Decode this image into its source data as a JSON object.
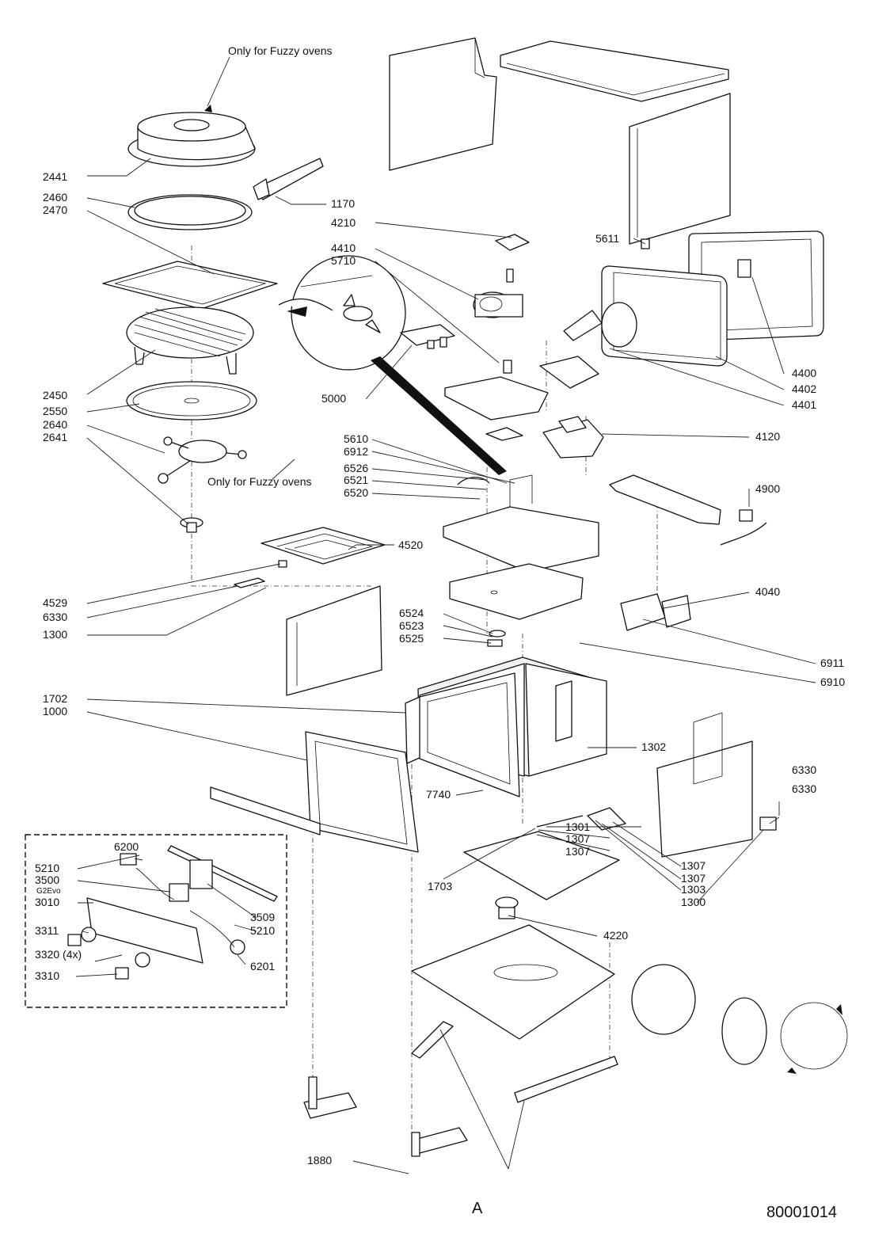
{
  "diagram": {
    "note_top": "Only for Fuzzy ovens",
    "note_mid": "Only for Fuzzy ovens",
    "drawing_number": "80001014",
    "view_marker": "A",
    "labels": {
      "p2441": "2441",
      "p1170": "1170",
      "p2460": "2460",
      "p2470": "2470",
      "p4210": "4210",
      "p4410": "4410",
      "p5710": "5710",
      "p5611": "5611",
      "p2450": "2450",
      "p2550": "2550",
      "p5000": "5000",
      "p4400": "4400",
      "p4402": "4402",
      "p4401": "4401",
      "p2640": "2640",
      "p2641": "2641",
      "p4120": "4120",
      "p5610": "5610",
      "p6912": "6912",
      "p6526": "6526",
      "p6521": "6521",
      "p6520": "6520",
      "p4900": "4900",
      "p4520": "4520",
      "p4529": "4529",
      "p6330a": "6330",
      "p1300a": "1300",
      "p4040": "4040",
      "p6524": "6524",
      "p6523": "6523",
      "p6525": "6525",
      "p6911": "6911",
      "p6910": "6910",
      "p1702": "1702",
      "p1000": "1000",
      "p1302": "1302",
      "p6330b": "6330",
      "p6330c": "6330",
      "p7740": "7740",
      "p1301": "1301",
      "p1307a": "1307",
      "p1307b": "1307",
      "p1307c": "1307",
      "p1307d": "1307",
      "p1703": "1703",
      "p1303": "1303",
      "p1300b": "1300",
      "p6200": "6200",
      "p5210a": "5210",
      "p3500": "3500",
      "p3500sub": "G2Evo",
      "p3010": "3010",
      "p3509": "3509",
      "p5210b": "5210",
      "p3311": "3311",
      "p3320": "3320 (4x)",
      "p6201": "6201",
      "p3310": "3310",
      "p4220": "4220",
      "p1880": "1880"
    }
  }
}
